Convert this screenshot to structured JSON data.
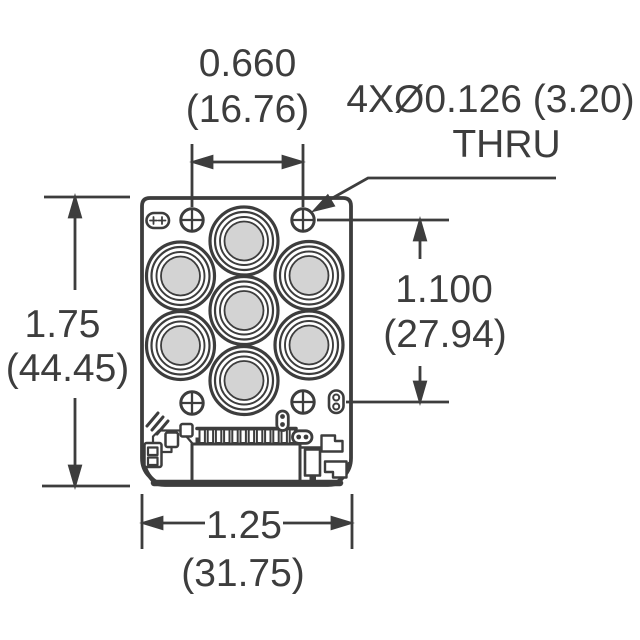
{
  "title": "PCB module mechanical dimension drawing",
  "colors": {
    "line": "#3d3d3d",
    "transducer_fill": "#d3d3d3",
    "background": "#ffffff"
  },
  "dimensions": {
    "hole_spacing_horizontal": {
      "in": "0.660",
      "mm": "(16.76)"
    },
    "hole_spacing_vertical": {
      "in": "1.100",
      "mm": "(27.94)"
    },
    "board_height": {
      "in": "1.75",
      "mm": "(44.45)"
    },
    "board_width": {
      "in": "1.25",
      "mm": "(31.75)"
    }
  },
  "callouts": {
    "mounting_holes": {
      "line1": "4XØ0.126 (3.20)",
      "line2": "THRU"
    }
  }
}
